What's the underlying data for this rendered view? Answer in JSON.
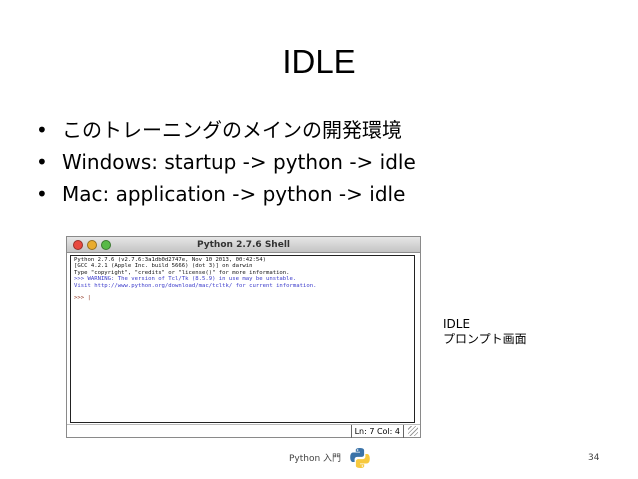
{
  "slide": {
    "title": "IDLE",
    "bullets": [
      "このトレーニングのメインの開発環境",
      "Windows: startup -> python -> idle",
      "Mac: application -> python -> idle"
    ],
    "bullet_symbol": "•"
  },
  "shell": {
    "window_title": "Python 2.7.6 Shell",
    "lines": [
      "Python 2.7.6 (v2.7.6:3a1db0d2747e, Nov 10 2013, 00:42:54)",
      "[GCC 4.2.1 (Apple Inc. build 5666) (dot 3)] on darwin",
      "Type \"copyright\", \"credits\" or \"license()\" for more information.",
      ">>> WARNING: The version of Tcl/Tk (8.5.9) in use may be unstable.",
      "Visit http://www.python.org/download/mac/tcltk/ for current information."
    ],
    "prompt": ">>> |",
    "status": "Ln: 7 Col: 4"
  },
  "annotation": {
    "line1": "IDLE",
    "line2": "プロンプト画面"
  },
  "footer": {
    "label": "Python 入門",
    "page_number": "34"
  },
  "colors": {
    "warning_text": "#3a3acb",
    "prompt": "#8b2c17",
    "logo_blue": "#3b73a8",
    "logo_yellow": "#f7c93e"
  },
  "icons": [
    "python-logo-icon",
    "close-window-icon",
    "minimize-window-icon",
    "zoom-window-icon"
  ]
}
